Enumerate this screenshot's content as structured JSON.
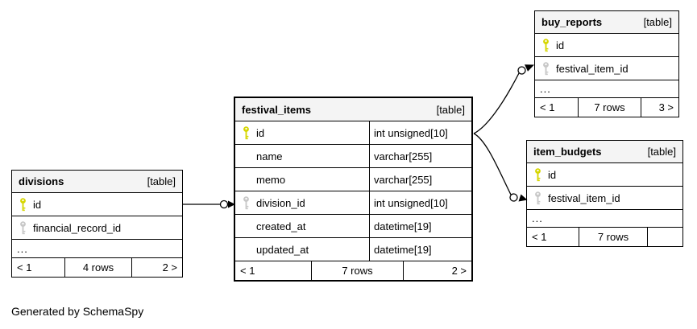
{
  "colors": {
    "primary_key": "#d6d600",
    "foreign_key": "#c8c8c8",
    "header_bg": "#f4f4f4"
  },
  "credit": "Generated by SchemaSpy",
  "tables": [
    {
      "name": "divisions",
      "type_label": "[table]",
      "columns": [
        {
          "name": "id",
          "key": "primary"
        },
        {
          "name": "financial_record_id",
          "key": "foreign"
        }
      ],
      "ellipsis": "...",
      "footer": {
        "left": "< 1",
        "center": "4 rows",
        "right": "2 >"
      }
    },
    {
      "name": "festival_items",
      "type_label": "[table]",
      "columns": [
        {
          "name": "id",
          "type": "int unsigned[10]",
          "key": "primary"
        },
        {
          "name": "name",
          "type": "varchar[255]",
          "key": ""
        },
        {
          "name": "memo",
          "type": "varchar[255]",
          "key": ""
        },
        {
          "name": "division_id",
          "type": "int unsigned[10]",
          "key": "foreign"
        },
        {
          "name": "created_at",
          "type": "datetime[19]",
          "key": ""
        },
        {
          "name": "updated_at",
          "type": "datetime[19]",
          "key": ""
        }
      ],
      "footer": {
        "left": "< 1",
        "center": "7 rows",
        "right": "2 >"
      }
    },
    {
      "name": "buy_reports",
      "type_label": "[table]",
      "columns": [
        {
          "name": "id",
          "key": "primary"
        },
        {
          "name": "festival_item_id",
          "key": "foreign"
        }
      ],
      "ellipsis": "...",
      "footer": {
        "left": "< 1",
        "center": "7 rows",
        "right": "3 >"
      }
    },
    {
      "name": "item_budgets",
      "type_label": "[table]",
      "columns": [
        {
          "name": "id",
          "key": "primary"
        },
        {
          "name": "festival_item_id",
          "key": "foreign"
        }
      ],
      "ellipsis": "...",
      "footer": {
        "left": "< 1",
        "center": "7 rows",
        "right": ""
      }
    }
  ],
  "relationships": [
    {
      "from": "divisions.id",
      "to": "festival_items.division_id"
    },
    {
      "from": "festival_items.id",
      "to": "buy_reports.festival_item_id"
    },
    {
      "from": "festival_items.id",
      "to": "item_budgets.festival_item_id"
    }
  ]
}
